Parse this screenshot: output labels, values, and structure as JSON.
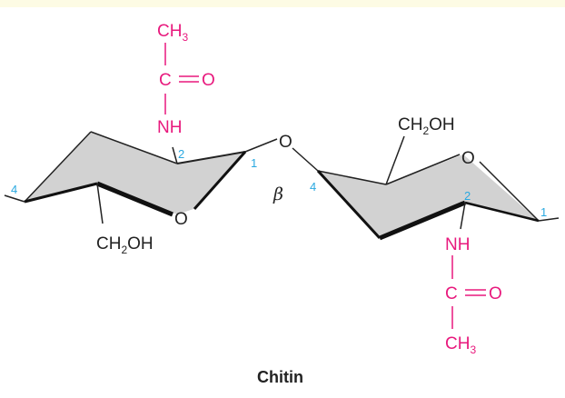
{
  "title": "Chitin",
  "linkage": "β",
  "colors": {
    "acetyl": "#e8197d",
    "carbon_numbers": "#29a8e0",
    "ring_fill": "#d2d2d2"
  },
  "left_unit": {
    "ring_oxygen": "O",
    "ch2oh": {
      "main": "CH",
      "sub": "2",
      "tail": "OH"
    },
    "nh": "NH",
    "carbonyl_c": "C",
    "carbonyl_o": "O",
    "methyl": {
      "main": "CH",
      "sub": "3"
    },
    "numbers": {
      "c1": "1",
      "c2": "2",
      "c4": "4"
    }
  },
  "glycosidic_oxygen": "O",
  "right_unit": {
    "ring_oxygen": "O",
    "ch2oh": {
      "main": "CH",
      "sub": "2",
      "tail": "OH"
    },
    "nh": "NH",
    "carbonyl_c": "C",
    "carbonyl_o": "O",
    "methyl": {
      "main": "CH",
      "sub": "3"
    },
    "numbers": {
      "c1": "1",
      "c2": "2",
      "c4": "4"
    }
  }
}
